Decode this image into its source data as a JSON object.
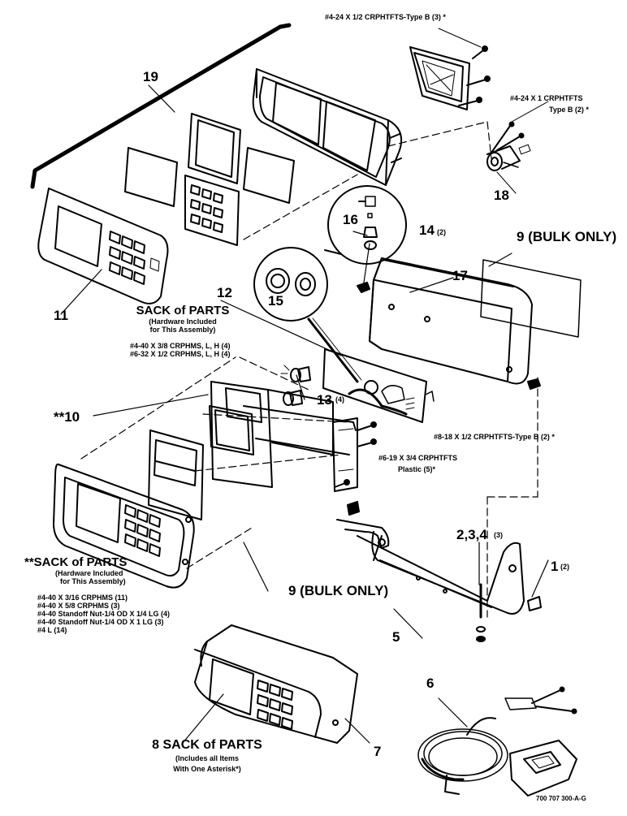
{
  "figure_code": "700 707 300-A-G",
  "callouts": {
    "c1": "1",
    "c1_qty": "(2)",
    "c234": "2,3,4",
    "c234_qty": "(3)",
    "c5": "5",
    "c6": "6",
    "c7": "7",
    "c8": "8",
    "c9_top": "9 (BULK ONLY)",
    "c9_mid": "9 (BULK ONLY)",
    "c10": "**10",
    "c11": "11",
    "c12": "12",
    "c13": "13",
    "c13_qty": "(4)",
    "c14": "14",
    "c14_qty": "(2)",
    "c15": "15",
    "c16": "16",
    "c17": "17",
    "c18": "18",
    "c19": "19"
  },
  "hardware_notes": {
    "top_screws": "#4-24 X 1/2 CRPHTFTS-Type B (3) *",
    "switch_screws_line1": "#4-24 X 1 CRPHTFTS",
    "switch_screws_line2": "Type B (2) *",
    "bracket_screws": "#8-18 X 1/2 CRPHTFTS-Type B (2) *",
    "plastic_screws_line1": "#6-19 X 3/4 CRPHTFTS",
    "plastic_screws_line2": "Plastic (5)*"
  },
  "sack1": {
    "title": "SACK of PARTS",
    "sub1": "(Hardware Included",
    "sub2": "for This Assembly)",
    "items": [
      "#4-40 X 3/8 CRPHMS, L, H (4)",
      "#6-32 X 1/2 CRPHMS, L, H (4)"
    ]
  },
  "sack2": {
    "title": "**SACK of PARTS",
    "sub1": "(Hardware Included",
    "sub2": "for This Assembly)",
    "items": [
      "#4-40 X 3/16 CRPHMS (11)",
      "#4-40 X 5/8 CRPHMS (3)",
      "#4-40 Standoff Nut-1/4 OD X 1/4 LG (4)",
      "#4-40 Standoff Nut-1/4 OD X 1 LG (3)",
      "#4 L (14)"
    ]
  },
  "sack3": {
    "title": "8 SACK of PARTS",
    "sub1": "(Includes all Items",
    "sub2": "With One Asterisk*)"
  }
}
